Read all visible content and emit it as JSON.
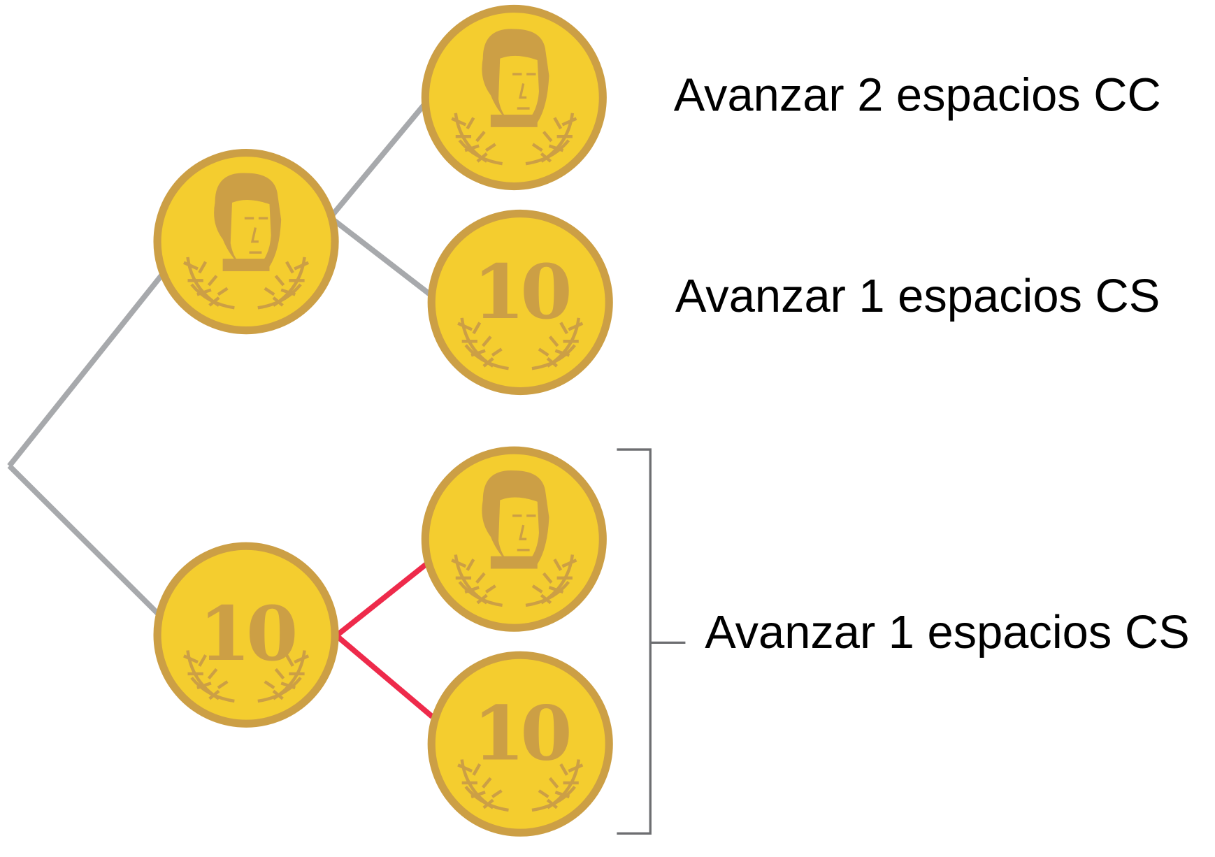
{
  "title": "Diagrama de árbol de lanzamiento de dos monedas",
  "coin_face_value": "10",
  "colors": {
    "coin_fill": "#f4cd2f",
    "coin_rim": "#cc9f45",
    "branch_gray": "#a7a9ac",
    "branch_red": "#ee2a4b",
    "bracket": "#6d6e71"
  },
  "tree": {
    "first_toss": [
      "cara",
      "sello"
    ],
    "outcomes": [
      {
        "first": "cara",
        "second": "cara"
      },
      {
        "first": "cara",
        "second": "sello"
      },
      {
        "first": "sello",
        "second": "cara"
      },
      {
        "first": "sello",
        "second": "sello"
      }
    ]
  },
  "labels": {
    "cc": "Avanzar 2 espacios CC",
    "cs": "Avanzar 1 espacios CS",
    "sc_ss": "Avanzar 1 espacios CS"
  }
}
